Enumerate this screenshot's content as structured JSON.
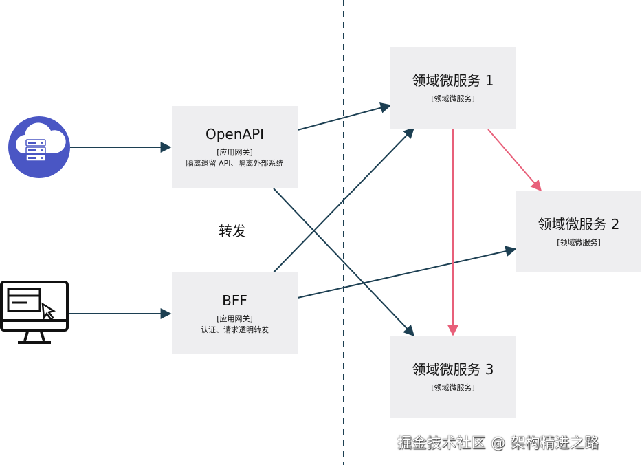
{
  "nodes": {
    "openapi": {
      "title": "OpenAPI",
      "subtitle": "[应用网关]",
      "description": "隔离遗留 API、隔离外部系统"
    },
    "bff": {
      "title": "BFF",
      "subtitle": "[应用网关]",
      "description": "认证、请求透明转发"
    },
    "svc1": {
      "title": "领域微服务 1",
      "subtitle": "[领域微服务]"
    },
    "svc2": {
      "title": "领域微服务 2",
      "subtitle": "[领域微服务]"
    },
    "svc3": {
      "title": "领域微服务 3",
      "subtitle": "[领域微服务]"
    }
  },
  "labels": {
    "forward": "转发"
  },
  "icons": {
    "cloud": "cloud-server-icon",
    "monitor": "desktop-monitor-icon"
  },
  "watermark": "掘金技术社区 @ 架构精进之路",
  "colors": {
    "dark_arrow": "#1c3f52",
    "pink_arrow": "#e8607a",
    "cloud_bg": "#4a56c4",
    "box_bg": "#eeeef0"
  }
}
